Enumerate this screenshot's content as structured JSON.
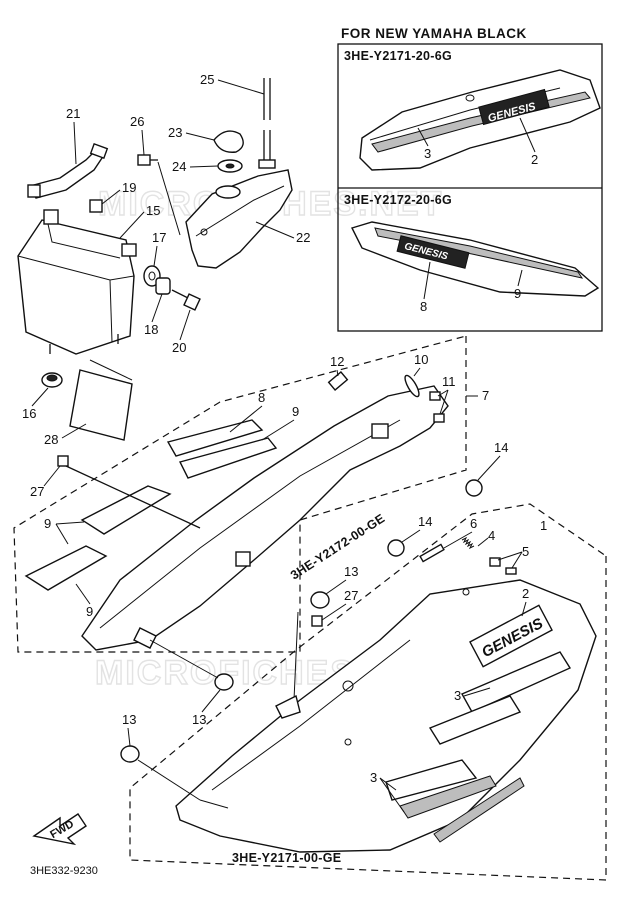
{
  "header": {
    "title": "FOR NEW YAMAHA BLACK",
    "variant_a_code": "3HE-Y2171-20-6G",
    "variant_b_code": "3HE-Y2172-20-6G"
  },
  "assemblies": {
    "right_cover_code": "3HE-Y2172-00-GE",
    "left_cover_code": "3HE-Y2171-00-GE"
  },
  "emblem_text": "GENESIS",
  "fwd_label": "FWD",
  "drawing_number": "3HE332-9230",
  "watermark": "MICROFICHES.NET",
  "callouts": {
    "inset_a_3": "3",
    "inset_a_2": "2",
    "inset_b_8": "8",
    "inset_b_9": "9",
    "n25": "25",
    "n21": "21",
    "n26": "26",
    "n23": "23",
    "n24": "24",
    "n19": "19",
    "n15": "15",
    "n17": "17",
    "n22": "22",
    "n18": "18",
    "n20": "20",
    "n16": "16",
    "n28": "28",
    "n12": "12",
    "n10": "10",
    "n11": "11",
    "n7": "7",
    "n8": "8",
    "n9a": "9",
    "n14a": "14",
    "n27a": "27",
    "n9b": "9",
    "n9c": "9",
    "n13a": "13",
    "n27b": "27",
    "n14b": "14",
    "n6": "6",
    "n4": "4",
    "n1": "1",
    "n5": "5",
    "n2": "2",
    "n13b": "13",
    "n3a": "3",
    "n13c": "13",
    "n3b": "3"
  }
}
